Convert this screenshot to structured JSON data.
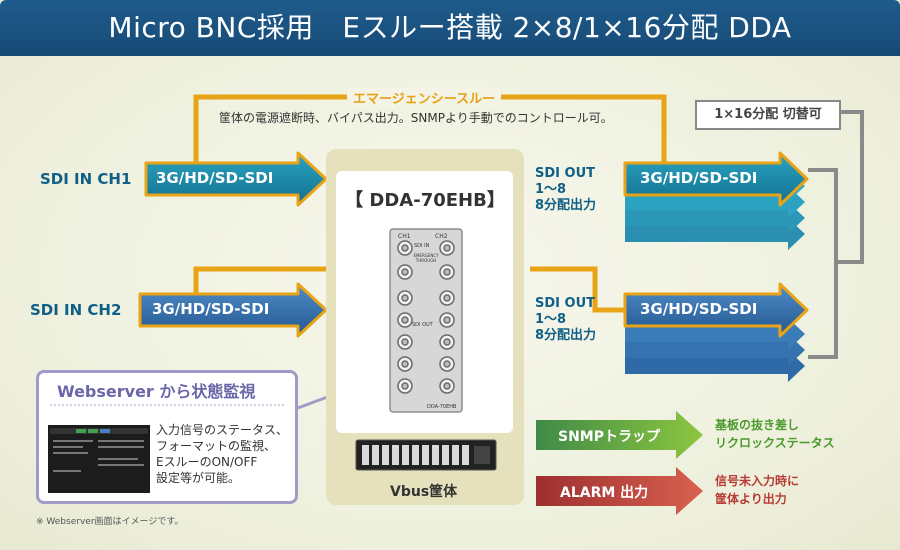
{
  "title": "Micro BNC採用　Eスルー搭載 2×8/1×16分配 DDA",
  "emergency": {
    "label": "エマージェンシースルー",
    "note": "筐体の電源遮断時、バイパス出力。SNMPより手動でのコントロール可。"
  },
  "switch_label": "1×16分配 切替可",
  "inputs": [
    {
      "label": "SDI IN CH1",
      "signal": "3G/HD/SD-SDI"
    },
    {
      "label": "SDI IN CH2",
      "signal": "3G/HD/SD-SDI"
    }
  ],
  "outputs": [
    {
      "line1": "SDI OUT",
      "line2": "1～8",
      "line3": "8分配出力",
      "signal": "3G/HD/SD-SDI"
    },
    {
      "line1": "SDI OUT",
      "line2": "1～8",
      "line3": "8分配出力",
      "signal": "3G/HD/SD-SDI"
    }
  ],
  "device": {
    "model": "【 DDA-70EHB】",
    "housing": "Vbus筐体",
    "panel_ch1": "CH1",
    "panel_ch2": "CH2",
    "panel_sdi_in": "SDI IN",
    "panel_emerg": "EMERGENCY THROUGH",
    "panel_sdi_out": "SDI OUT",
    "panel_model": "DDA-70EHB"
  },
  "webserver": {
    "title": "Webserver から状態監視",
    "desc_lines": [
      "入力信号のステータス、",
      "フォーマットの監視、",
      "EスルーのON/OFF",
      "設定等が可能。"
    ],
    "footnote": "※ Webserver画面はイメージです。"
  },
  "snmp": {
    "label": "SNMPトラップ",
    "note_lines": [
      "基板の抜き差し",
      "リクロックステータス"
    ]
  },
  "alarm": {
    "label": "ALARM 出力",
    "note_lines": [
      "信号未入力時に",
      "筐体より出力"
    ]
  },
  "colors": {
    "title_bg": "#1f5b8c",
    "arrow_teal": "#1d8fb0",
    "arrow_blue": "#3a74b0",
    "arrow_border": "#e8a316",
    "snmp_green": "#62a53f",
    "alarm_red": "#c0504d",
    "housing": "#e4e1bc",
    "webserver_border": "#9f9ac7"
  }
}
